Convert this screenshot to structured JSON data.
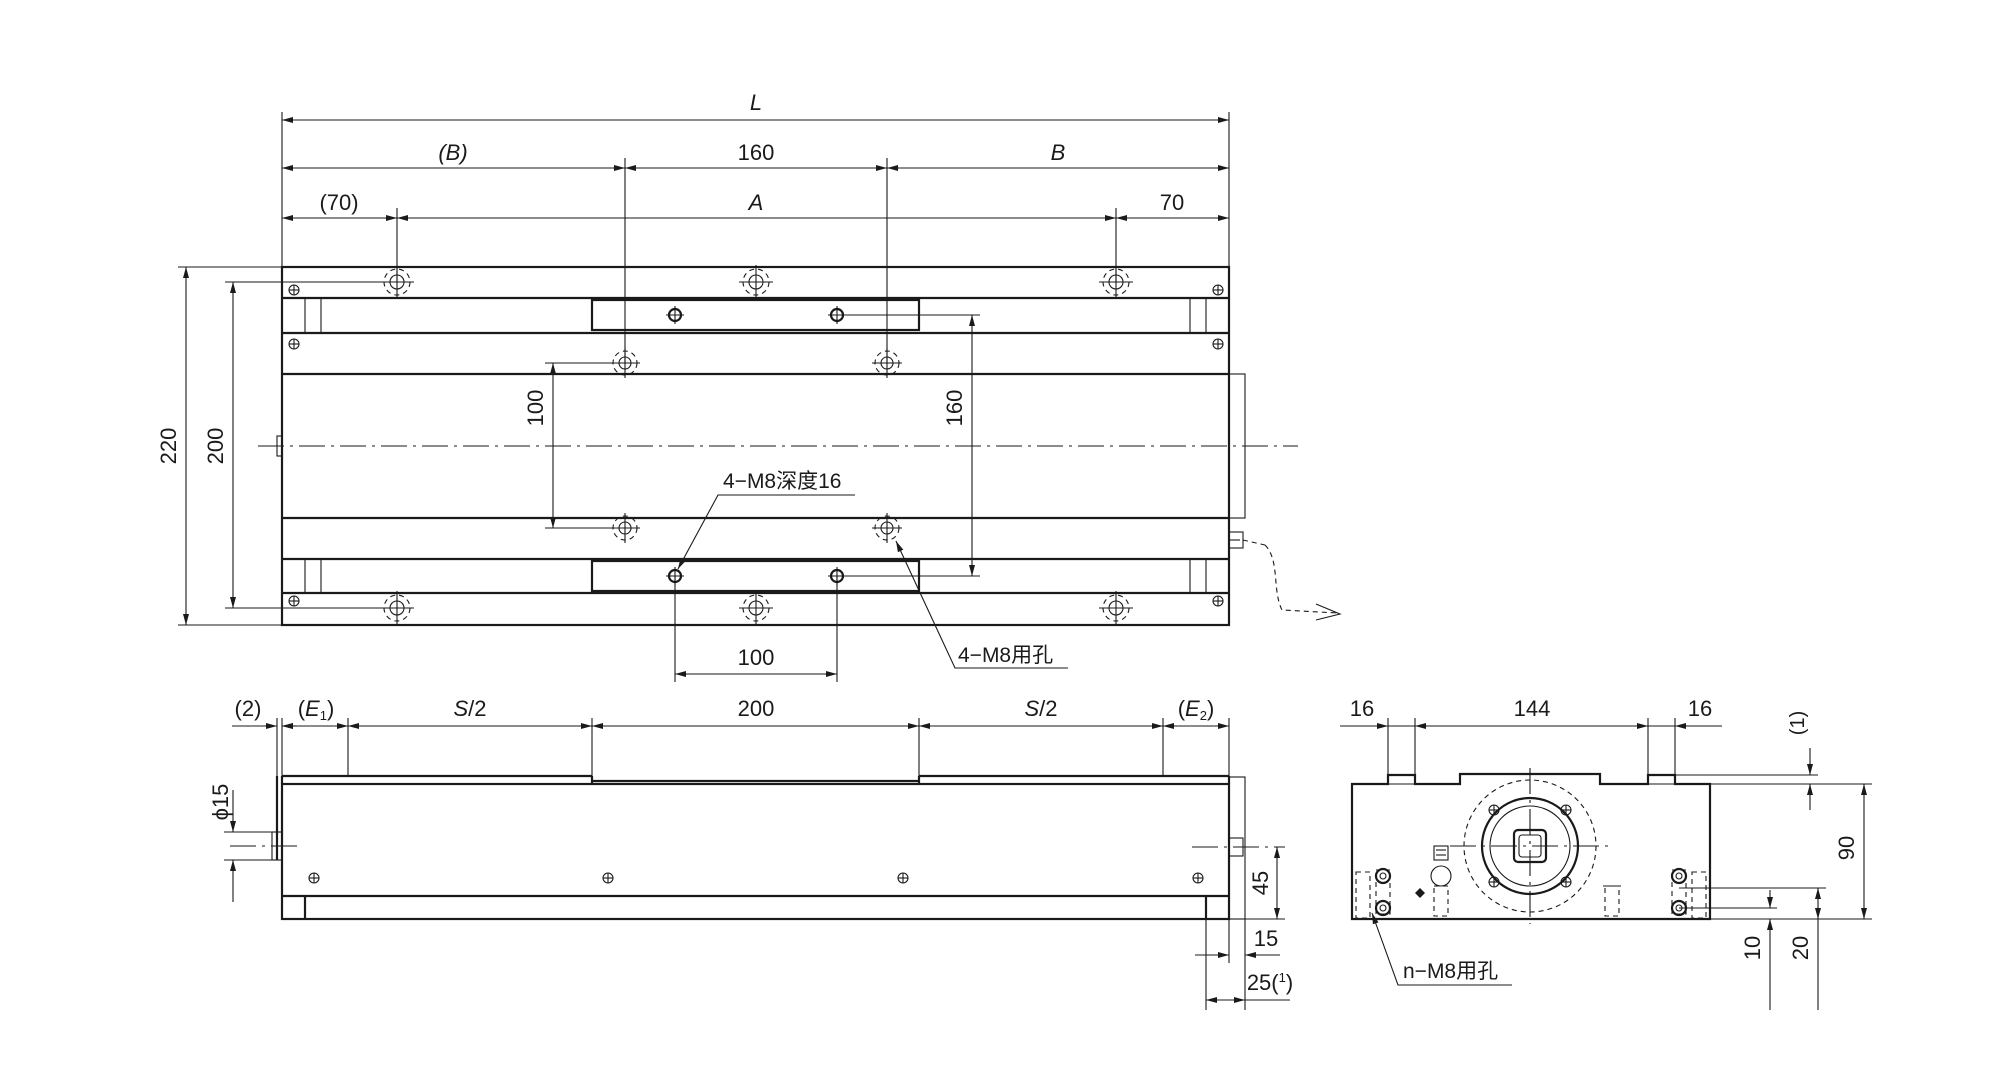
{
  "top_view": {
    "dim_L": "L",
    "dim_B_paren": "(B)",
    "dim_160": "160",
    "dim_B": "B",
    "dim_70_paren": "(70)",
    "dim_A": "A",
    "dim_70": "70",
    "dim_220": "220",
    "dim_200": "200",
    "dim_100_vertical": "100",
    "dim_160_vertical": "160",
    "callout_tapped_holes": "4−M8深度16",
    "dim_100_bottom": "100",
    "callout_mounting_holes": "4−M8用孔"
  },
  "front_view": {
    "dim_2": "(2)",
    "dim_E1_open": "(",
    "dim_E1_letter": "E",
    "dim_E1_sub": "1",
    "dim_E1_close": ")",
    "dim_S2_left_letter": "S",
    "dim_S2_left_rest": "/2",
    "dim_200": "200",
    "dim_S2_right_letter": "S",
    "dim_S2_right_rest": "/2",
    "dim_E2_open": "(",
    "dim_E2_letter": "E",
    "dim_E2_sub": "2",
    "dim_E2_close": ")",
    "dim_phi15": "ϕ15",
    "dim_45": "45",
    "dim_15": "15",
    "dim_25": "25(",
    "dim_25_note": "1",
    "dim_25_close": ")"
  },
  "side_view": {
    "dim_16_left": "16",
    "dim_144": "144",
    "dim_16_right": "16",
    "dim_1": "(1)",
    "dim_90": "90",
    "dim_10": "10",
    "dim_20": "20",
    "callout_n_holes": "n−M8用孔"
  }
}
